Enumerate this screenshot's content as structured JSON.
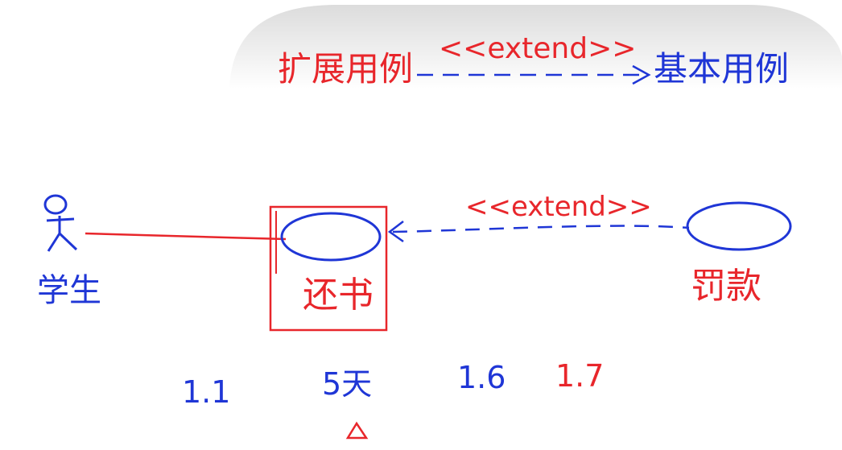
{
  "header": {
    "left_label": "扩展用例",
    "arrow_label": "<<extend>>",
    "right_label": "基本用例"
  },
  "diagram": {
    "actor_label": "学生",
    "base_usecase_label": "还书",
    "extend_arrow_label": "<<extend>>",
    "extension_usecase_label": "罚款"
  },
  "footer": {
    "note_1": "1.1",
    "note_2": "5天",
    "note_3": "1.6",
    "note_4": "1.7"
  },
  "colors": {
    "red": "#e8262b",
    "blue": "#1f36d6",
    "banner": "#e9e9e9"
  }
}
